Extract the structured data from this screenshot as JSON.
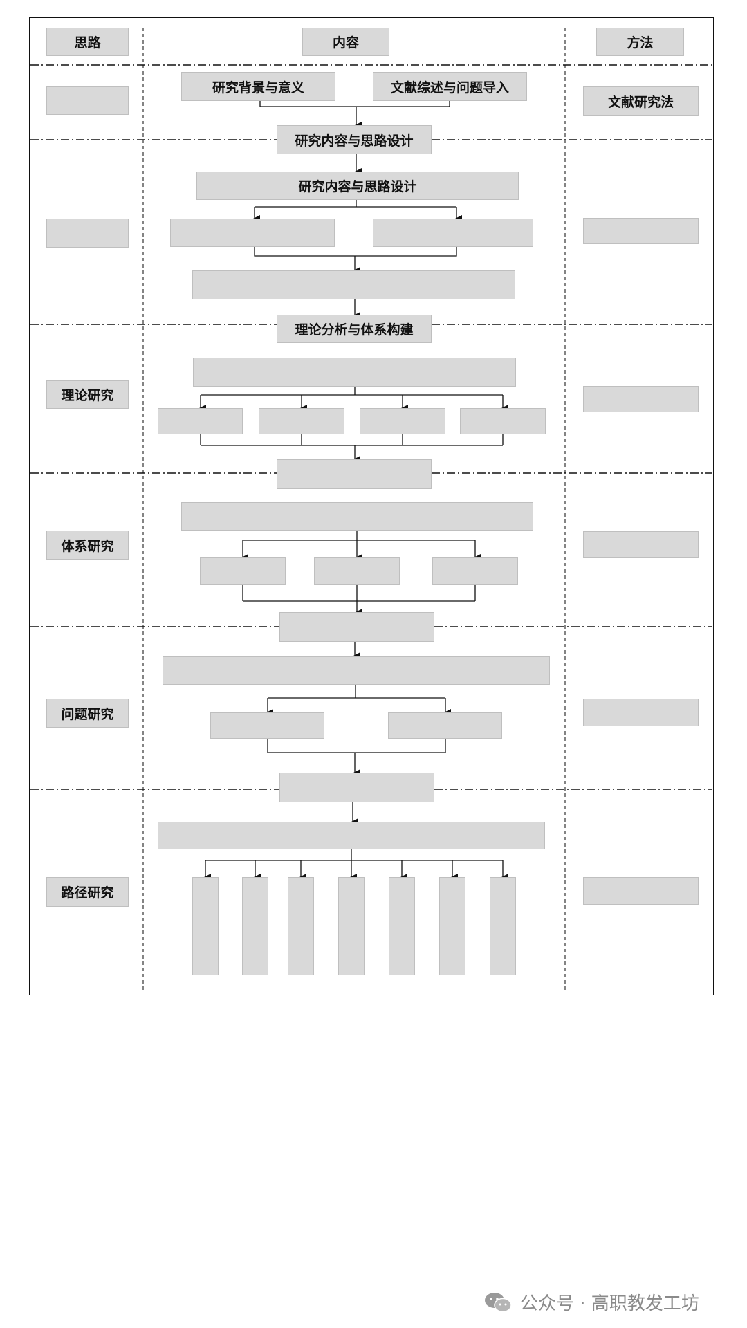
{
  "headers": {
    "col_1": "思路",
    "col_2": "内容",
    "col_3": "方法"
  },
  "row_labels": [
    "",
    "",
    "理论研究",
    "体系研究",
    "问题研究",
    "路径研究"
  ],
  "methods": [
    "文献研究法",
    "",
    "",
    "",
    "",
    ""
  ],
  "content": {
    "background": "研究背景与意义",
    "literature": "文献综述与问题导入",
    "design_stage": "研究内容与思路设计",
    "design_header": "研究内容与思路设计",
    "theory_stage": "理论分析与体系构建"
  },
  "watermark": {
    "text": "公众号 · 高职教发工坊"
  },
  "colors": {
    "box_fill": "#d9d9d9",
    "box_border": "#bfbfbf",
    "line": "#111111",
    "watermark": "#8a8a8a"
  }
}
